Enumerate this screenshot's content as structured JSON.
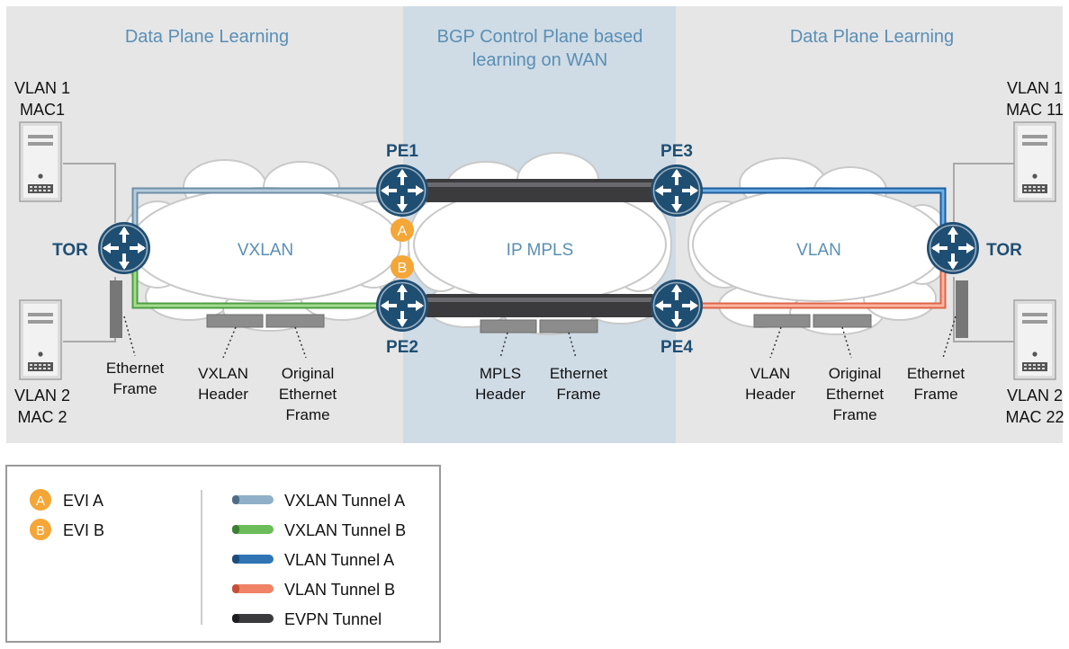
{
  "regions": {
    "left_title": "Data Plane Learning",
    "center_title_line1": "BGP Control Plane based",
    "center_title_line2": "learning on WAN",
    "right_title": "Data Plane Learning"
  },
  "hosts": {
    "left_top": [
      "VLAN 1",
      "MAC1"
    ],
    "left_bottom": [
      "VLAN 2",
      "MAC 2"
    ],
    "right_top": [
      "VLAN 1",
      "MAC 11"
    ],
    "right_bottom": [
      "VLAN 2",
      "MAC 22"
    ]
  },
  "routers": {
    "tor_left": "TOR",
    "tor_right": "TOR",
    "pe1": "PE1",
    "pe2": "PE2",
    "pe3": "PE3",
    "pe4": "PE4"
  },
  "clouds": {
    "left": "VXLAN",
    "center": "IP MPLS",
    "right": "VLAN"
  },
  "markers": {
    "a": "A",
    "b": "B"
  },
  "frame_labels": {
    "eth_left": [
      "Ethernet",
      "Frame"
    ],
    "vxlan_header": [
      "VXLAN",
      "Header"
    ],
    "orig_eth_left": [
      "Original",
      "Ethernet",
      "Frame"
    ],
    "mpls_header": [
      "MPLS",
      "Header"
    ],
    "eth_center": [
      "Ethernet",
      "Frame"
    ],
    "vlan_header": [
      "VLAN",
      "Header"
    ],
    "orig_eth_right": [
      "Original",
      "Ethernet",
      "Frame"
    ],
    "eth_right": [
      "Ethernet",
      "Frame"
    ]
  },
  "legend": {
    "evi": [
      {
        "badge": "A",
        "label": "EVI A"
      },
      {
        "badge": "B",
        "label": "EVI B"
      }
    ],
    "tunnels": [
      {
        "label": "VXLAN Tunnel A",
        "color": "#8fb0c8"
      },
      {
        "label": "VXLAN Tunnel B",
        "color": "#6cbc5a"
      },
      {
        "label": "VLAN Tunnel A",
        "color": "#2f74b5"
      },
      {
        "label": "VLAN Tunnel B",
        "color": "#f08266"
      },
      {
        "label": "EVPN Tunnel",
        "color": "#3b3b3e"
      }
    ]
  },
  "colors": {
    "region_bg": "#e6e6e7",
    "center_bg": "#cfdbe5",
    "region_title": "#5a8fb5",
    "router": "#1f4e73",
    "marker": "#f4a636"
  }
}
